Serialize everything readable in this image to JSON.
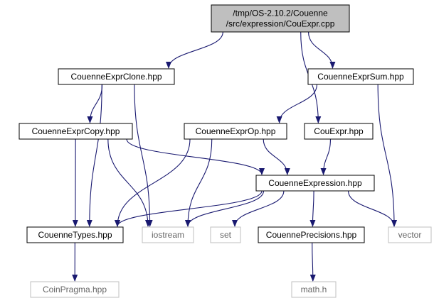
{
  "diagram": {
    "nodes": [
      {
        "id": "root",
        "lines": [
          "/tmp/OS-2.10.2/Couenne",
          "/src/expression/CouExpr.cpp"
        ],
        "style": "root"
      },
      {
        "id": "clone",
        "lines": [
          "CouenneExprClone.hpp"
        ],
        "style": "local"
      },
      {
        "id": "sum",
        "lines": [
          "CouenneExprSum.hpp"
        ],
        "style": "local"
      },
      {
        "id": "copy",
        "lines": [
          "CouenneExprCopy.hpp"
        ],
        "style": "local"
      },
      {
        "id": "op",
        "lines": [
          "CouenneExprOp.hpp"
        ],
        "style": "local"
      },
      {
        "id": "couexpr",
        "lines": [
          "CouExpr.hpp"
        ],
        "style": "local"
      },
      {
        "id": "expression",
        "lines": [
          "CouenneExpression.hpp"
        ],
        "style": "local"
      },
      {
        "id": "types",
        "lines": [
          "CouenneTypes.hpp"
        ],
        "style": "local"
      },
      {
        "id": "iostream",
        "lines": [
          "iostream"
        ],
        "style": "system"
      },
      {
        "id": "set",
        "lines": [
          "set"
        ],
        "style": "system"
      },
      {
        "id": "precisions",
        "lines": [
          "CouennePrecisions.hpp"
        ],
        "style": "local"
      },
      {
        "id": "vector",
        "lines": [
          "vector"
        ],
        "style": "system"
      },
      {
        "id": "coinpragma",
        "lines": [
          "CoinPragma.hpp"
        ],
        "style": "system"
      },
      {
        "id": "mathh",
        "lines": [
          "math.h"
        ],
        "style": "system"
      }
    ],
    "edges": [
      {
        "from": "root",
        "to": "clone"
      },
      {
        "from": "root",
        "to": "sum"
      },
      {
        "from": "root",
        "to": "couexpr"
      },
      {
        "from": "clone",
        "to": "copy"
      },
      {
        "from": "clone",
        "to": "types"
      },
      {
        "from": "clone",
        "to": "iostream"
      },
      {
        "from": "sum",
        "to": "op"
      },
      {
        "from": "sum",
        "to": "vector"
      },
      {
        "from": "copy",
        "to": "types"
      },
      {
        "from": "copy",
        "to": "iostream"
      },
      {
        "from": "copy",
        "to": "expression"
      },
      {
        "from": "op",
        "to": "types"
      },
      {
        "from": "op",
        "to": "iostream"
      },
      {
        "from": "op",
        "to": "expression"
      },
      {
        "from": "couexpr",
        "to": "expression"
      },
      {
        "from": "expression",
        "to": "types"
      },
      {
        "from": "expression",
        "to": "iostream"
      },
      {
        "from": "expression",
        "to": "set"
      },
      {
        "from": "expression",
        "to": "precisions"
      },
      {
        "from": "expression",
        "to": "vector"
      },
      {
        "from": "types",
        "to": "coinpragma"
      },
      {
        "from": "precisions",
        "to": "mathh"
      }
    ],
    "colors": {
      "root_fill": "#bfbfbf",
      "node_border": "#000000",
      "system_border": "#bfbfbf",
      "system_text": "#666666",
      "edge": "#191970"
    }
  }
}
